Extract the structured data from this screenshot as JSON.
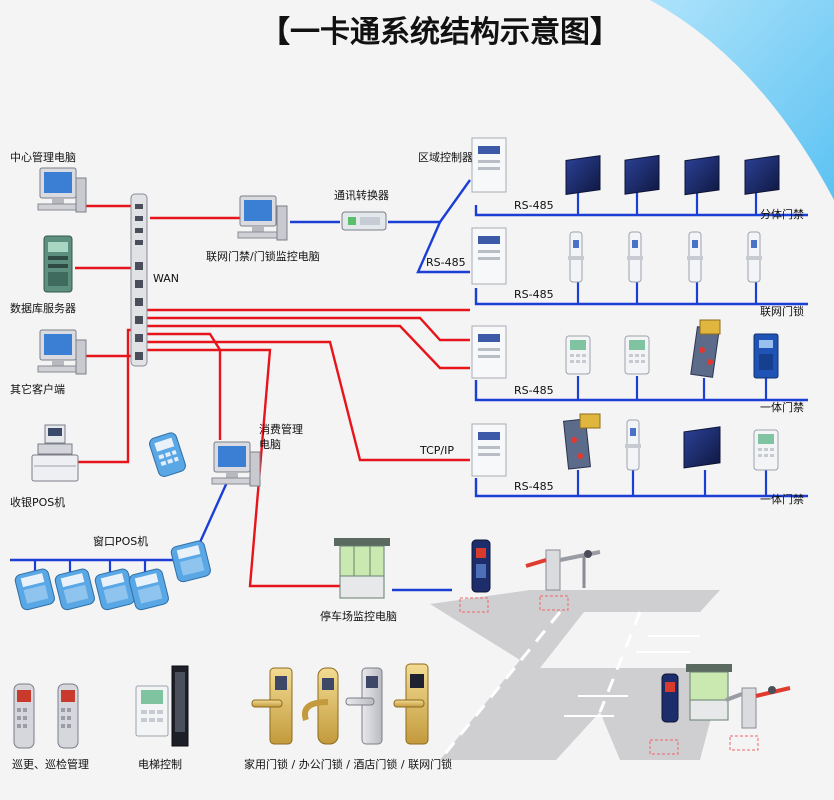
{
  "title": "【一卡通系统结构示意图】",
  "labels": {
    "center_pc": "中心管理电脑",
    "db_server": "数据库服务器",
    "other_client": "其它客户端",
    "cashier_pos": "收银POS机",
    "wan": "WAN",
    "door_monitor_pc_1": "联网门禁/门锁监控电脑",
    "comm_converter": "通讯转换器",
    "zone_controller": "区域控制器",
    "rs485_1": "RS-485",
    "rs485_2": "RS-485",
    "rs485_3": "RS-485",
    "rs485_4": "RS-485",
    "rs485_5": "RS-485",
    "split_access": "分体门禁",
    "network_lock": "联网门锁",
    "integrated_access_1": "一体门禁",
    "integrated_access_2": "一体门禁",
    "tcpip": "TCP/IP",
    "consume_pc_line1": "消费管理",
    "consume_pc_line2": "电脑",
    "window_pos": "窗口POS机",
    "parking_pc": "停车场监控电脑",
    "patrol": "巡更、巡检管理",
    "elevator": "电梯控制",
    "locks": "家用门锁 / 办公门锁 / 酒店门锁 / 联网门锁"
  },
  "colors": {
    "background": "#f4f4f4",
    "accent_sky": "#7fcff5",
    "wire_red": "#e8141c",
    "wire_blue": "#1b3fd6",
    "road": "#cfcfd2",
    "device_dark": "#1d2c6b"
  }
}
